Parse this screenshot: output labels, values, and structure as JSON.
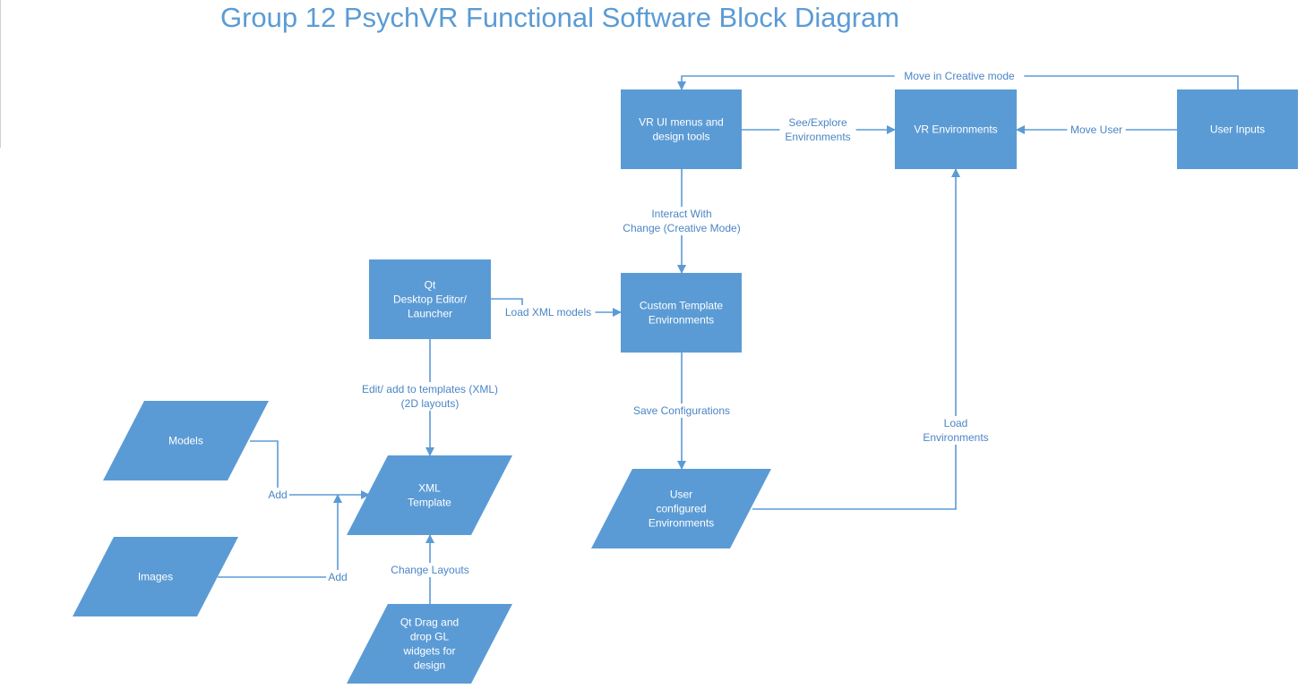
{
  "title": "Group 12 PsychVR Functional Software Block Diagram",
  "colors": {
    "node_fill": "#5b9bd5",
    "node_text": "#ffffff",
    "edge": "#5b9bd5",
    "edge_text": "#4a86c5",
    "title": "#5b9bd5"
  },
  "nodes": {
    "vr_ui": {
      "shape": "rectangle",
      "lines": [
        "VR UI menus and",
        "design tools"
      ]
    },
    "vr_env": {
      "shape": "rectangle",
      "lines": [
        "VR Environments"
      ]
    },
    "user_inputs": {
      "shape": "rectangle",
      "lines": [
        "User Inputs"
      ]
    },
    "qt_editor": {
      "shape": "rectangle",
      "lines": [
        "Qt",
        "Desktop Editor/",
        "Launcher"
      ]
    },
    "custom_template": {
      "shape": "rectangle",
      "lines": [
        "Custom Template",
        "Environments"
      ]
    },
    "models": {
      "shape": "parallelogram",
      "lines": [
        "Models"
      ]
    },
    "xml_template": {
      "shape": "parallelogram",
      "lines": [
        "XML",
        "Template"
      ]
    },
    "images": {
      "shape": "parallelogram",
      "lines": [
        "Images"
      ]
    },
    "user_configured": {
      "shape": "parallelogram",
      "lines": [
        "User",
        "configured",
        "Environments"
      ]
    },
    "qt_drag": {
      "shape": "parallelogram",
      "lines": [
        "Qt Drag and",
        "drop GL",
        "widgets for",
        "design"
      ]
    }
  },
  "edges": {
    "move_creative": {
      "from": "user_inputs",
      "to": "vr_ui",
      "lines": [
        "Move in Creative mode"
      ]
    },
    "see_explore": {
      "from": "vr_ui",
      "to": "vr_env",
      "lines": [
        "See/Explore",
        "Environments"
      ]
    },
    "move_user": {
      "from": "user_inputs",
      "to": "vr_env",
      "lines": [
        "Move User"
      ]
    },
    "interact_with": {
      "from": "vr_ui",
      "to": "custom_template",
      "lines": [
        "Interact With",
        "Change (Creative Mode)"
      ]
    },
    "load_xml": {
      "from": "qt_editor",
      "to": "custom_template",
      "lines": [
        "Load XML models"
      ]
    },
    "edit_add": {
      "from": "qt_editor",
      "to": "xml_template",
      "lines": [
        "Edit/ add to templates (XML)",
        "(2D layouts)"
      ]
    },
    "save_config": {
      "from": "custom_template",
      "to": "user_configured",
      "lines": [
        "Save Configurations"
      ]
    },
    "load_env": {
      "from": "user_configured",
      "to": "vr_env",
      "lines": [
        "Load",
        "Environments"
      ]
    },
    "add_models": {
      "from": "models",
      "to": "xml_template",
      "lines": [
        "Add"
      ]
    },
    "add_images": {
      "from": "images",
      "to": "xml_template",
      "lines": [
        "Add"
      ]
    },
    "change_layouts": {
      "from": "qt_drag",
      "to": "xml_template",
      "lines": [
        "Change Layouts"
      ]
    }
  }
}
